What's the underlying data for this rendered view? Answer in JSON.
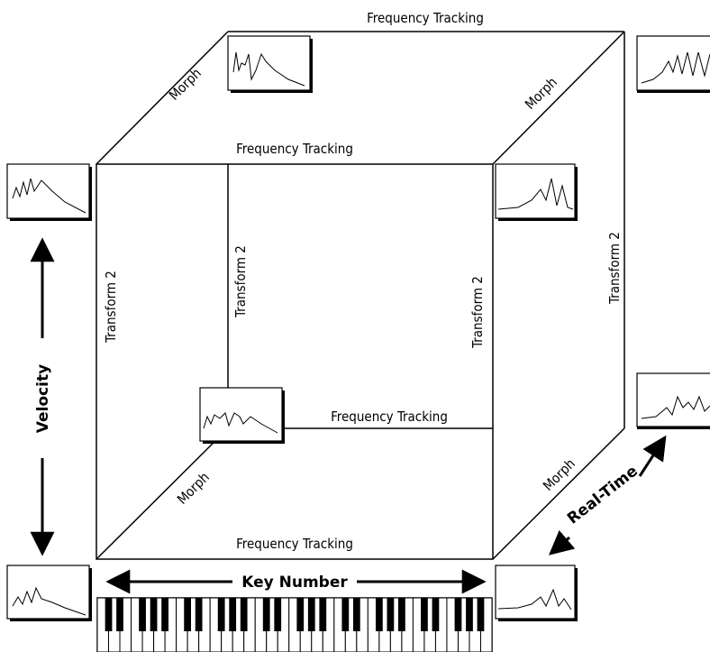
{
  "labels": {
    "freq_top": "Frequency Tracking",
    "freq_front_top": "Frequency Tracking",
    "freq_inner": "Frequency Tracking",
    "freq_bottom": "Frequency Tracking",
    "morph_top_left": "Morph",
    "morph_top_right": "Morph",
    "morph_bottom_left": "Morph",
    "morph_bottom_right": "Morph",
    "transform_front_left": "Transform 2",
    "transform_inner": "Transform 2",
    "transform_front_right": "Transform 2",
    "transform_back_right": "Transform 2"
  },
  "axes": {
    "velocity": "Velocity",
    "key_number": "Key Number",
    "real_time": "Real-Time"
  },
  "keyboard": {
    "white_keys": 35
  },
  "colors": {
    "line": "#000000",
    "background": "#ffffff"
  }
}
